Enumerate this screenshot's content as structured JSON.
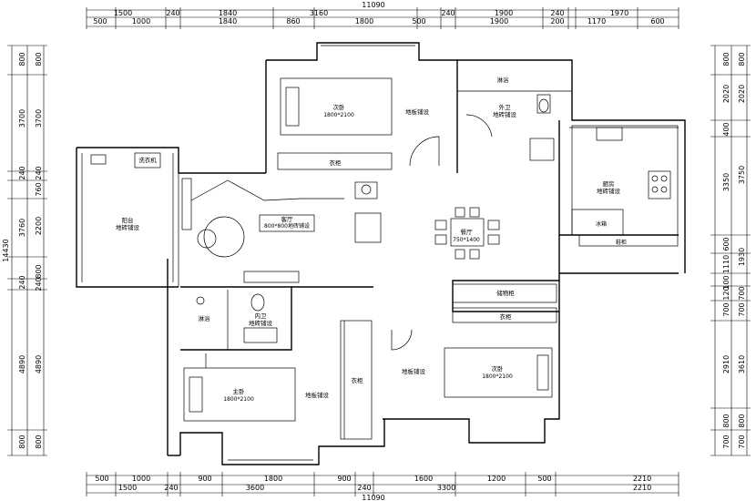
{
  "dims": {
    "top_total": "11090",
    "top_row1": [
      "1500",
      "240",
      "1840",
      "3160",
      "240",
      "1900",
      "240",
      "1970"
    ],
    "top_row2": [
      "500",
      "1000",
      "1840",
      "860",
      "1800",
      "500",
      "1900",
      "200",
      "1170",
      "600"
    ],
    "bottom_row1": [
      "500",
      "1000",
      "900",
      "1800",
      "900",
      "1600",
      "1200",
      "500",
      "2210"
    ],
    "bottom_row2": [
      "1500",
      "240",
      "3600",
      "240",
      "3300",
      "2210"
    ],
    "bottom_total": "11090",
    "left_outer": [
      "800",
      "3700",
      "240",
      "3760",
      "240",
      "4890",
      "800"
    ],
    "left_inner": [
      "800",
      "3700",
      "240",
      "760",
      "2200",
      "800",
      "240",
      "4890",
      "800"
    ],
    "left_total": "14430",
    "right_inner": [
      "800",
      "2020",
      "400",
      "3350",
      "600",
      "1110",
      "100",
      "120",
      "700",
      "2910",
      "800",
      "700"
    ],
    "right_outer": [
      "800",
      "2020",
      "3750",
      "1930",
      "700",
      "700",
      "3610",
      "800",
      "700"
    ]
  },
  "rooms": {
    "bedroom2_top": {
      "name": "次卧",
      "size": "1800*2100",
      "floor": "地板铺设",
      "wardrobe": "衣柜"
    },
    "bath_ext": {
      "shower": "淋浴",
      "name": "外卫",
      "floor": "地砖铺设"
    },
    "kitchen": {
      "name": "厨房",
      "floor": "地砖铺设",
      "fridge": "冰箱",
      "shoe": "鞋柜"
    },
    "balcony": {
      "name": "阳台",
      "floor": "地砖铺设",
      "washer": "洗衣机"
    },
    "living": {
      "name": "客厅",
      "floor": "800*800地砖铺设"
    },
    "dining": {
      "name": "餐厅",
      "size": "750*1400"
    },
    "storage": {
      "name": "储物柜"
    },
    "bath_int": {
      "shower": "淋浴",
      "name": "内卫",
      "floor": "地砖铺设"
    },
    "master": {
      "name": "主卧",
      "size": "1800*2100",
      "floor": "地板铺设",
      "wardrobe": "衣柜"
    },
    "bedroom2_bottom": {
      "name": "次卧",
      "size": "1800*2100",
      "floor": "地板铺设",
      "wardrobe": "衣柜"
    }
  }
}
